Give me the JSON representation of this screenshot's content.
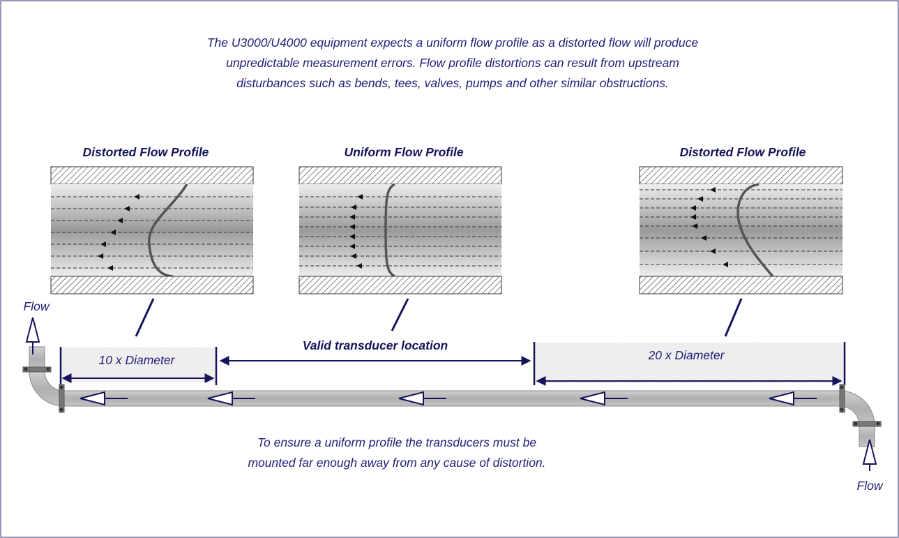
{
  "intro": {
    "line1": "The U3000/U4000 equipment expects a uniform flow profile as a distorted flow will produce",
    "line2": "unpredictable measurement errors. Flow profile distortions can result from upstream",
    "line3": "disturbances such as bends, tees, valves, pumps and other similar obstructions."
  },
  "profiles": [
    {
      "title": "Distorted Flow Profile"
    },
    {
      "title": "Uniform Flow Profile"
    },
    {
      "title": "Distorted Flow Profile"
    }
  ],
  "labels": {
    "flow_left": "Flow",
    "flow_right": "Flow",
    "ten_diameter": "10 x Diameter",
    "twenty_diameter": "20 x Diameter",
    "valid_location": "Valid transducer location"
  },
  "footer": {
    "line1": "To ensure a uniform profile the transducers must be",
    "line2": "mounted far enough away from any cause of distortion."
  },
  "colors": {
    "text_blue": "#1e1e7a",
    "dark_navy": "#14145a",
    "pipe_gray": "#b8b8b8",
    "border_navy": "#2b2b70"
  }
}
